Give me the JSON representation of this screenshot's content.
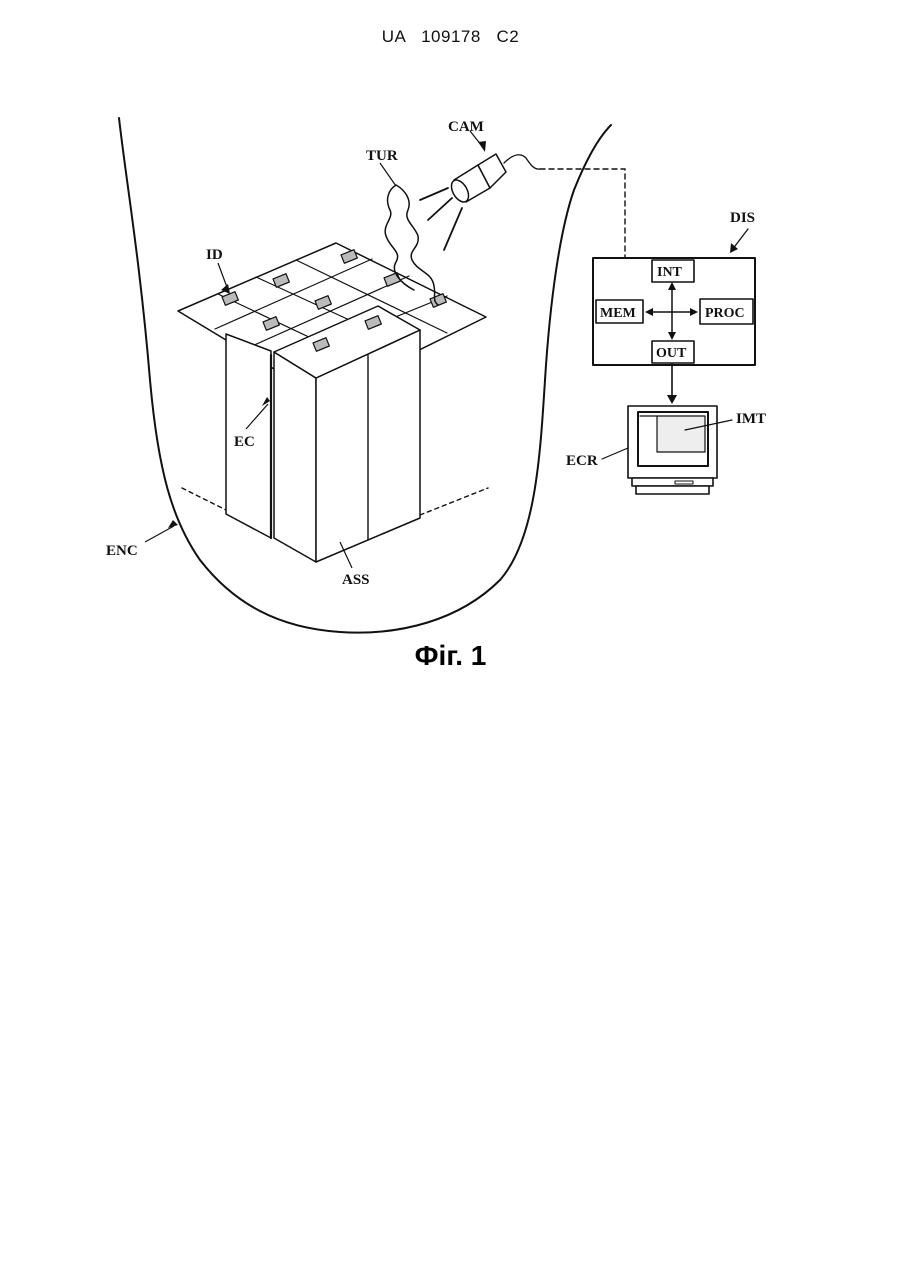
{
  "header": "UA   109178   C2",
  "labels": {
    "cam": "CAM",
    "tur": "TUR",
    "id": "ID",
    "dis": "DIS",
    "int": "INT",
    "mem": "MEM",
    "proc": "PROC",
    "out": "OUT",
    "imt": "IMT",
    "ecr": "ECR",
    "ec": "EC",
    "enc": "ENC",
    "ass": "ASS"
  },
  "caption": "Фіг. 1"
}
